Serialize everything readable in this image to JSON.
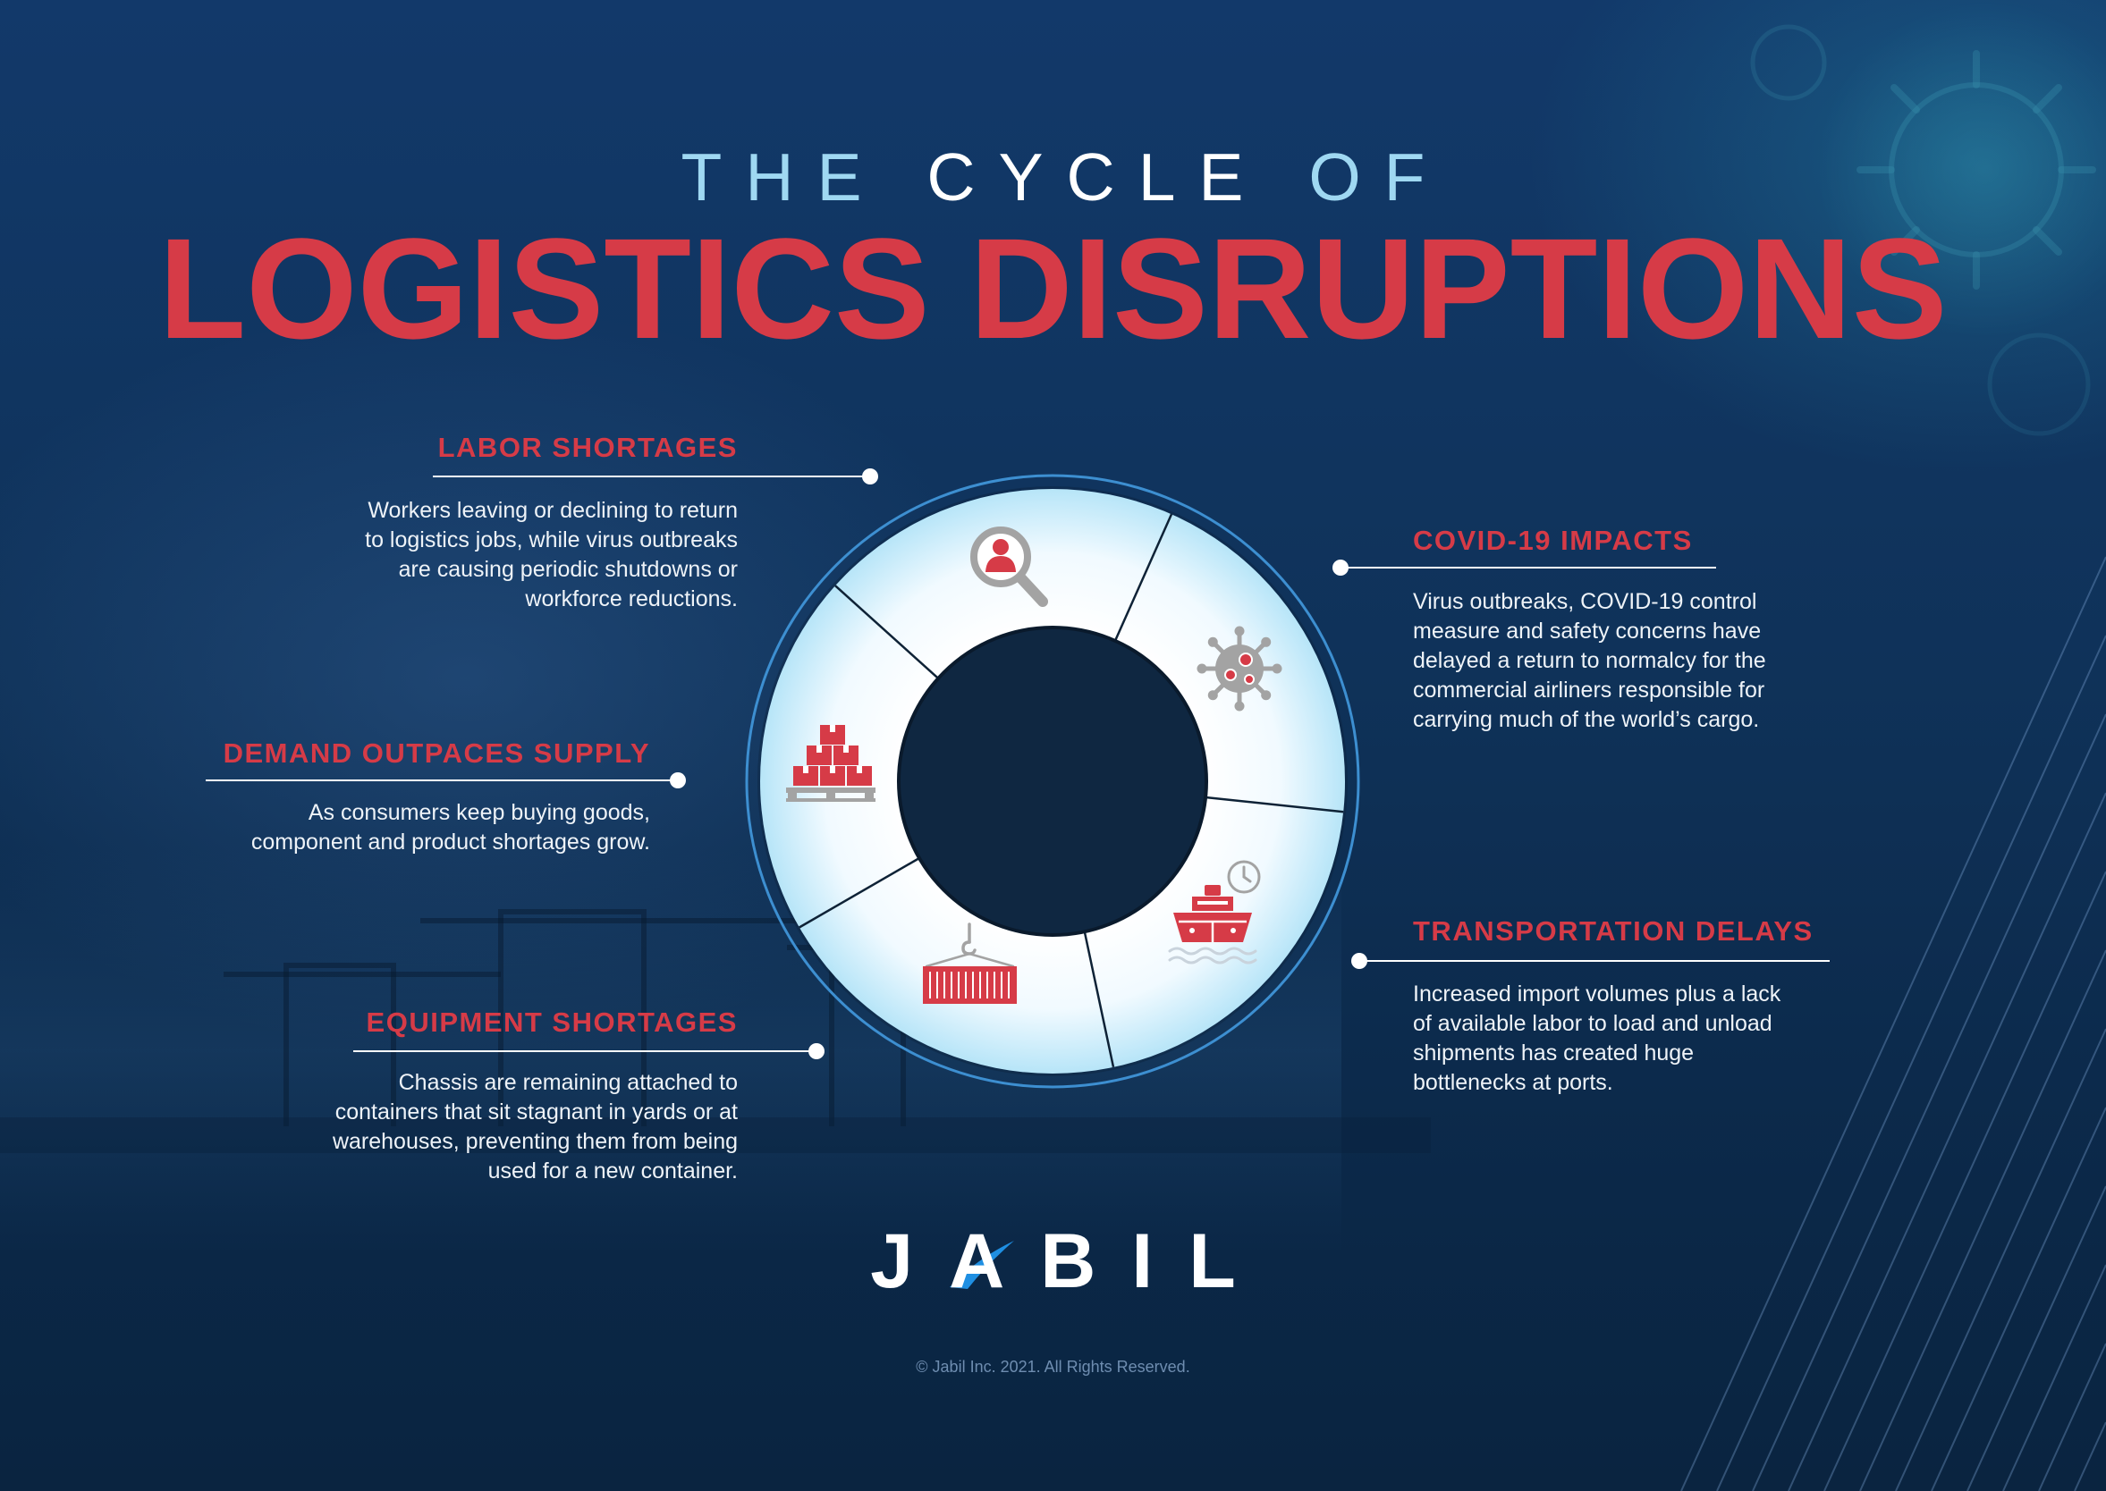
{
  "title": {
    "line1_words": [
      "THE",
      "CYCLE",
      "OF"
    ],
    "line2": "LOGISTICS DISRUPTIONS"
  },
  "sections": {
    "labor": {
      "heading": "LABOR SHORTAGES",
      "body": [
        "Workers leaving or declining to return",
        "to logistics jobs, while virus outbreaks",
        "are causing periodic shutdowns or",
        "workforce reductions."
      ],
      "icon": "magnifier-person-icon"
    },
    "covid": {
      "heading": "COVID-19 IMPACTS",
      "body": [
        "Virus outbreaks, COVID-19 control",
        "measure and safety concerns have",
        "delayed a return to normalcy for the",
        "commercial airliners responsible for",
        "carrying much of the world’s cargo."
      ],
      "icon": "virus-icon"
    },
    "transport": {
      "heading": "TRANSPORTATION DELAYS",
      "body": [
        "Increased import volumes plus a lack",
        "of available labor to load and unload",
        "shipments has created huge",
        "bottlenecks at ports."
      ],
      "icon": "ship-clock-icon"
    },
    "equipment": {
      "heading": "EQUIPMENT SHORTAGES",
      "body": [
        "Chassis are remaining attached to",
        "containers that sit stagnant in yards or at",
        "warehouses, preventing them from being",
        "used for a new container."
      ],
      "icon": "container-hook-icon"
    },
    "demand": {
      "heading": "DEMAND OUTPACES SUPPLY",
      "body": [
        "As consumers keep buying goods,",
        "component and product shortages grow."
      ],
      "icon": "boxes-pallet-icon"
    }
  },
  "logo": {
    "text": "JABIL"
  },
  "copyright": "© Jabil Inc. 2021. All Rights Reserved.",
  "colors": {
    "accent_red": "#d63b47",
    "title_light_blue": "#9fd8f2",
    "ring_outline": "#3d8fd1",
    "body_text": "#eef3f8",
    "logo_swoosh": "#1f8fe2",
    "background": "#0f3259"
  }
}
